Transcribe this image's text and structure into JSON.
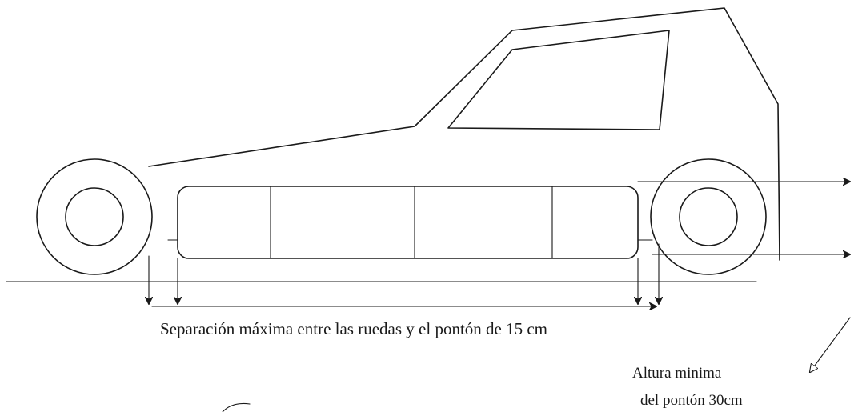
{
  "caption": "Separación máxima entre las ruedas y el pontón de 15 cm",
  "note_line1": "Altura minima",
  "note_line2": "del pontón 30cm"
}
